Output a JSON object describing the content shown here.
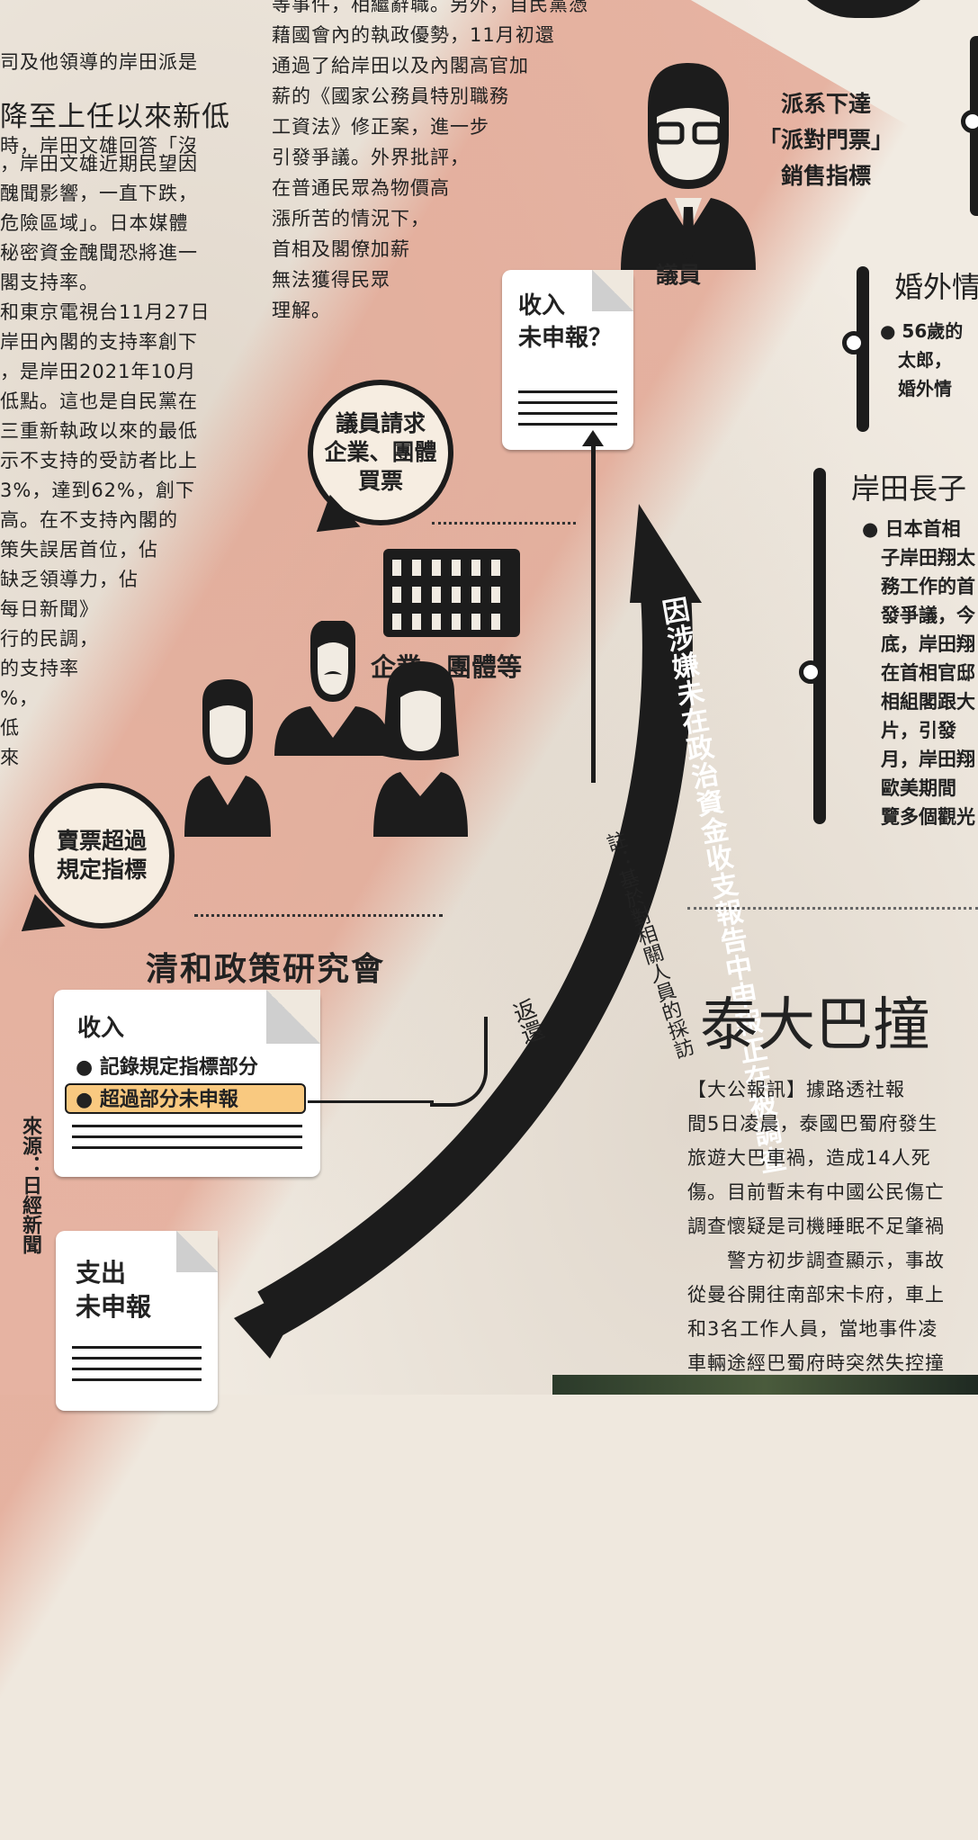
{
  "left_article": {
    "top_lines": [
      "司及他領導的岸田派是",
      "時，岸田文雄回答「沒"
    ],
    "heading": "降至上任以來新低",
    "body_lines": [
      "，岸田文雄近期民望因",
      "醜聞影響，一直下跌，",
      "危險區域」。日本媒體",
      "秘密資金醜聞恐將進一",
      "閣支持率。",
      "和東京電視台11月27日",
      "岸田內閣的支持率創下",
      "，是岸田2021年10月",
      "低點。這也是自民黨在",
      "三重新執政以來的最低",
      "示不支持的受訪者比上",
      "3%，達到62%，創下",
      "高。在不支持內閣的",
      "策失誤居首位，佔",
      "缺乏領導力，佔",
      "每日新聞》",
      "行的民調，",
      "的支持率",
      "%，",
      "低",
      "來"
    ]
  },
  "middle_article": {
    "lines": [
      "等事件，相繼辭職。另外，自民黨憑",
      "藉國會內的執政優勢，11月初還",
      "通過了給岸田以及內閣高官加",
      "薪的《國家公務員特別職務",
      "工資法》修正案，進一步",
      "引發爭議。外界批評，",
      "在普通民眾為物價高",
      "漲所苦的情況下，",
      "首相及閣僚加薪",
      "無法獲得民眾",
      "理解。"
    ]
  },
  "diagram": {
    "faction_label": "派系下達\n「派對門票」\n銷售指標",
    "lawmaker_label": "議員",
    "doc_income_question": "收入\n未申報？",
    "circle_request": "議員請求\n企業、團體\n買票",
    "companies_label": "企業、團體等",
    "circle_exceed": "賣票超過\n規定指標",
    "faction_name": "清和政策研究會",
    "doc_income_title": "收入",
    "doc_income_item1": "記錄規定指標部分",
    "doc_income_item2": "超過部分未申報",
    "doc_expense": "支出\n未申報",
    "return_label": "返還",
    "big_arrow_text": "因涉嫌未在政治資金收支報告中申報正在被調查",
    "note": "註：基於對相關人員的採訪",
    "source": "來源：日經新聞"
  },
  "right_panels": {
    "affair_heading": "婚外情",
    "affair_lines": [
      "56歲的",
      "太郎，",
      "婚外情"
    ],
    "son_heading": "岸田長子",
    "son_lines": [
      "日本首相",
      "子岸田翔太",
      "務工作的首",
      "發爭議，今",
      "底，岸田翔",
      "在首相官邸",
      "相組閣跟大",
      "片，引發",
      "月，岸田翔",
      "歐美期間",
      "覽多個觀光"
    ]
  },
  "bus_article": {
    "headline": "泰大巴撞",
    "lines": [
      "【大公報訊】據路透社報",
      "間5日凌晨，泰國巴蜀府發生",
      "旅遊大巴車禍，造成14人死",
      "傷。目前暫未有中國公民傷亡",
      "調查懷疑是司機睡眠不足肇禍",
      "　　警方初步調查顯示，事故",
      "從曼谷開往南部宋卡府，車上",
      "和3名工作人員，當地事件凌",
      "車輛途經巴蜀府時突然失控撞"
    ]
  }
}
